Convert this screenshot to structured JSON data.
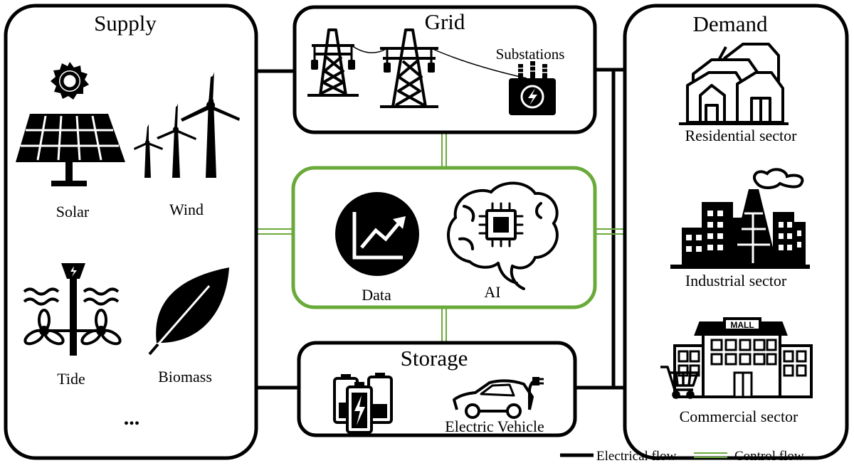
{
  "supply": {
    "title": "Supply",
    "items": {
      "solar": "Solar",
      "wind": "Wind",
      "tide": "Tide",
      "biomass": "Biomass"
    },
    "more": "..."
  },
  "grid": {
    "title": "Grid",
    "substations": "Substations"
  },
  "center": {
    "data": "Data",
    "ai": "AI"
  },
  "storage": {
    "title": "Storage",
    "ev": "Electric Vehicle"
  },
  "demand": {
    "title": "Demand",
    "residential": "Residential sector",
    "industrial": "Industrial sector",
    "commercial": "Commercial sector",
    "mall_sign": "MALL"
  },
  "legend": {
    "electrical": "Electrical flow",
    "control": "Control flow"
  },
  "colors": {
    "electrical_flow": "#000000",
    "control_flow": "#6aaa3a"
  },
  "icons": [
    "sun-icon",
    "solar-panel-icon",
    "wind-turbine-icon",
    "tidal-turbine-icon",
    "leaf-icon",
    "transmission-tower-icon",
    "transformer-icon",
    "chart-icon",
    "brain-chip-icon",
    "battery-icon",
    "electric-car-icon",
    "houses-icon",
    "factory-icon",
    "mall-icon",
    "cart-icon"
  ]
}
